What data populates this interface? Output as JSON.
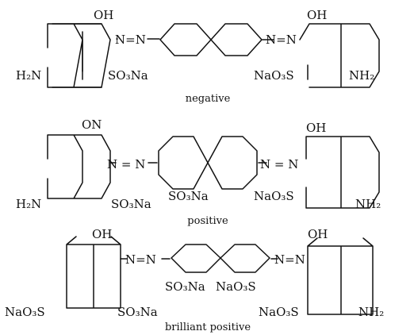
{
  "structures": [
    {
      "caption": "negative",
      "labels": {
        "left_oh": "OH",
        "left_azo": "N=N",
        "right_azo": "N=N",
        "right_oh": "OH",
        "left_amine": "H₂N",
        "left_sulfonate": "SO₃Na",
        "right_sulfonate": "NaO₃S",
        "right_amine": "NH₂"
      }
    },
    {
      "caption": "positive",
      "labels": {
        "left_top": "ON",
        "left_azo": "N = N",
        "right_azo": "N = N",
        "right_oh": "OH",
        "left_amine": "H₂N",
        "left_sulfonate": "SO₃Na",
        "center_sulfonate": "SO₃Na",
        "right_sulfonate": "NaO₃S",
        "right_amine": "NH₂"
      }
    },
    {
      "caption": "brilliant positive",
      "labels": {
        "left_oh": "OH",
        "left_azo": "N=N",
        "right_azo": "N=N",
        "right_oh": "OH",
        "center_sulfonate_left": "SO₃Na",
        "center_sulfonate_right": "NaO₃S",
        "left_sulfonate_outer": "NaO₃S",
        "left_sulfonate_inner": "SO₃Na",
        "right_sulfonate": "NaO₃S",
        "right_amine": "NH₂"
      }
    }
  ]
}
